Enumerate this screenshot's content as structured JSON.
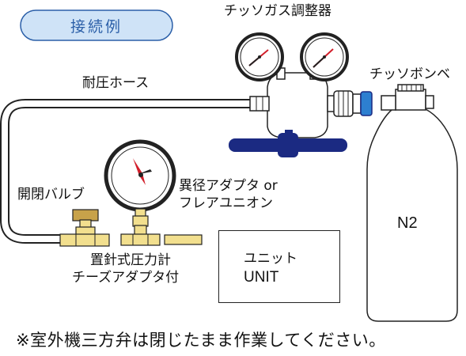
{
  "badge": {
    "text": "接続例"
  },
  "labels": {
    "regulator": "チッソガス調整器",
    "cylinder": "チッソボンベ",
    "hose": "耐圧ホース",
    "adapter_line1": "異径アダプタ or",
    "adapter_line2": "フレアユニオン",
    "valve": "開閉バルブ",
    "gauge_line1": "置針式圧力計",
    "gauge_line2": "チーズアダプタ付",
    "cylinder_gas": "N2"
  },
  "unit": {
    "label_jp": "ユニット",
    "label_en": "UNIT"
  },
  "note": "※室外機三方弁は閉じたまま作業してください。",
  "colors": {
    "badge_fill": "#cfe3f7",
    "badge_text": "#2b5fa8",
    "brass": "#f2df8e",
    "brass_dark": "#c8a24a",
    "navy": "#1b2a82",
    "gauge_needle": "#d21e2a",
    "knob_blue": "#2d7fd0"
  }
}
